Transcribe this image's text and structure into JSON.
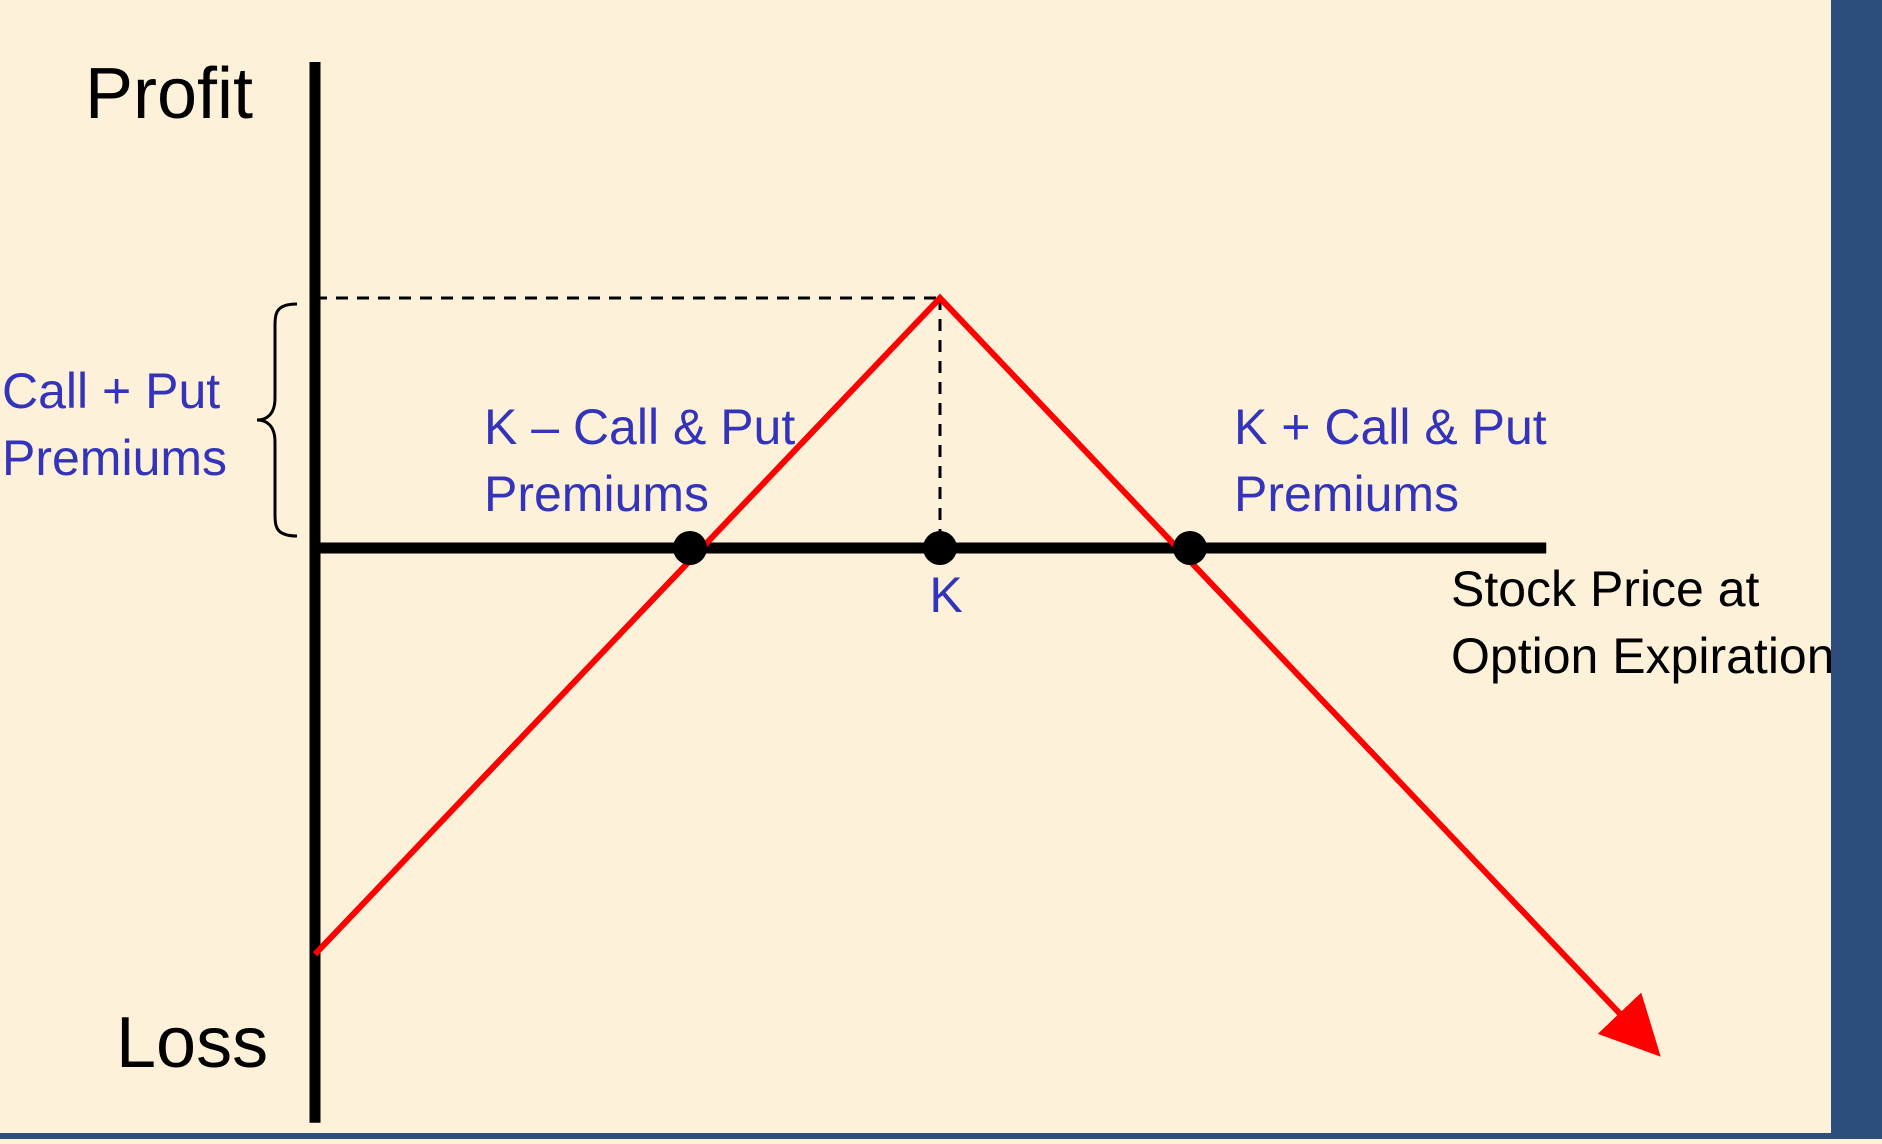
{
  "colors": {
    "background": "#fdf2d9",
    "frame": "#2d4d7d",
    "axis": "#000000",
    "payoff_line": "#ff0000",
    "annotation_text": "#3333bb",
    "axis_text": "#000000"
  },
  "chart_data": {
    "type": "line",
    "title": "",
    "ylabel_top": "Profit",
    "ylabel_bottom": "Loss",
    "xlabel_line1": "Stock Price at",
    "xlabel_line2": "Option Expiration",
    "premium_label_line1": "Call + Put",
    "premium_label_line2": "Premiums",
    "lower_breakeven_line1": "K – Call & Put",
    "lower_breakeven_line2": "Premiums",
    "upper_breakeven_line1": "K + Call & Put",
    "upper_breakeven_line2": "Premiums",
    "strike_label": "K",
    "strike": 10,
    "premium_total": 4,
    "xlim": [
      0,
      21.5
    ],
    "ylim": [
      -9,
      7.5
    ],
    "grid": false,
    "legend": "none",
    "series": [
      {
        "x": [
          0,
          10,
          21.4
        ],
        "y": [
          -6.5,
          4,
          -8.0
        ]
      }
    ],
    "breakeven_points": [
      {
        "x": 6,
        "y": 0
      },
      {
        "x": 10,
        "y": 0
      },
      {
        "x": 14,
        "y": 0
      }
    ]
  }
}
